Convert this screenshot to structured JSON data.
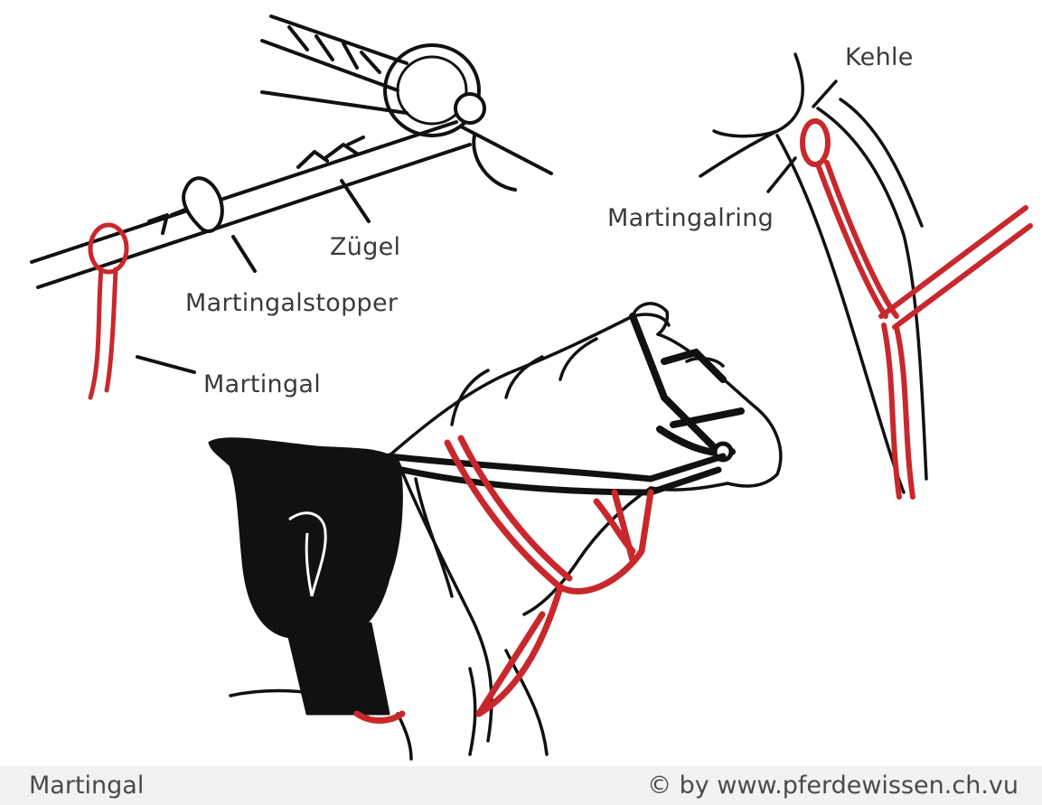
{
  "labels": {
    "kehle": "Kehle",
    "martingalring": "Martingalring",
    "zugel": "Zügel",
    "martingalstopper": "Martingalstopper",
    "martingal": "Martingal"
  },
  "footer": {
    "title": "Martingal",
    "credit": "© by www.pferdewissen.ch.vu"
  },
  "colors": {
    "strap_red": "#c8282c",
    "ink": "#111111",
    "label_text": "#3a3a3a",
    "footer_bg": "#f2f2f2"
  }
}
